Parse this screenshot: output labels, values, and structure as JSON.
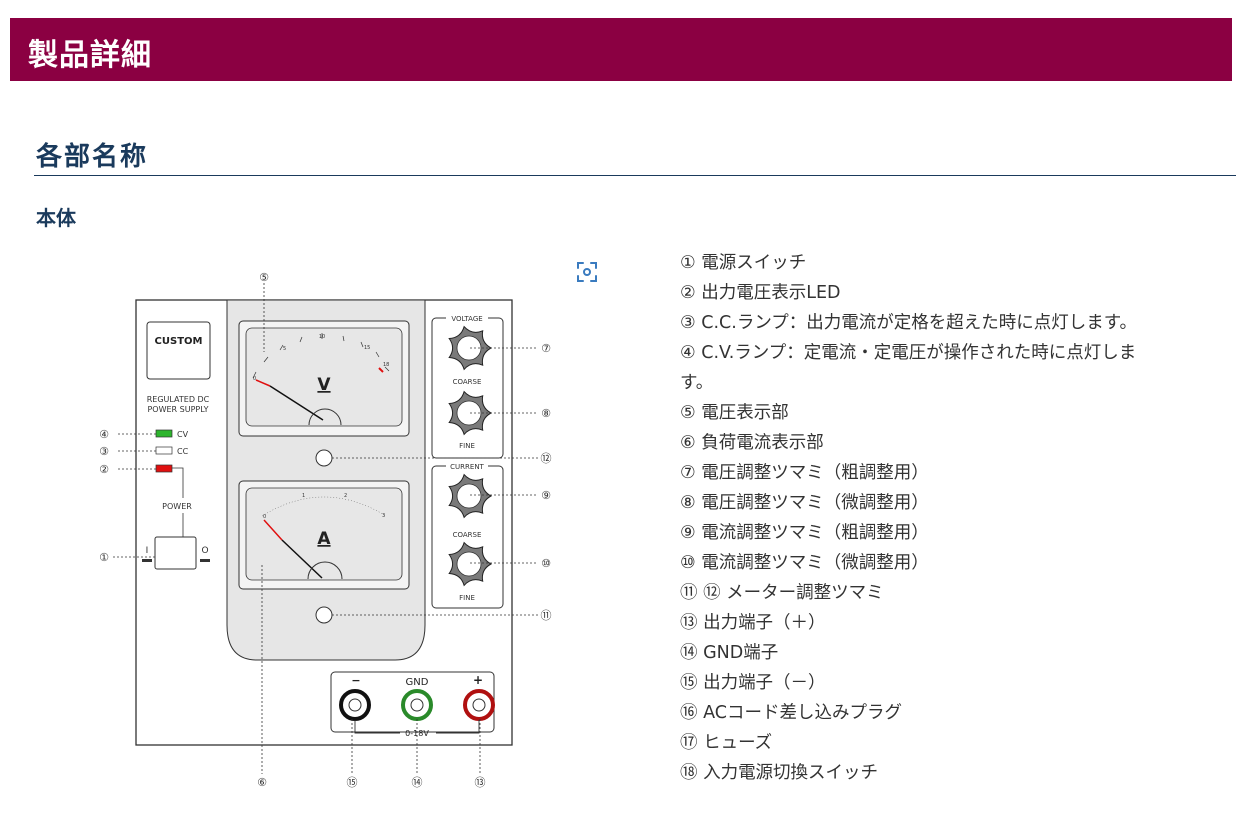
{
  "header": {
    "title": "製品詳細"
  },
  "section": {
    "title": "各部名称",
    "subtitle": "本体"
  },
  "panel": {
    "brand": "CUSTOM",
    "model_line1": "REGULATED DC",
    "model_line2": "POWER SUPPLY",
    "led_cv": "CV",
    "led_cc": "CC",
    "power_label": "POWER",
    "voltage_group": "VOLTAGE",
    "current_group": "CURRENT",
    "coarse": "COARSE",
    "fine": "FINE",
    "v_unit": "V",
    "a_unit": "A",
    "v_scale": [
      "0",
      "5",
      "10",
      "15",
      "18"
    ],
    "a_scale": [
      "0",
      "1",
      "2",
      "3"
    ],
    "term_minus": "−",
    "term_gnd": "GND",
    "term_plus": "+",
    "output_range": "0-18V",
    "power_off_symbol": "I",
    "power_on_symbol": "O"
  },
  "callouts": {
    "c1": "①",
    "c2": "②",
    "c3": "③",
    "c4": "④",
    "c5": "⑤",
    "c6": "⑥",
    "c7": "⑦",
    "c8": "⑧",
    "c9": "⑨",
    "c10": "⑩",
    "c11": "⑪",
    "c12": "⑫",
    "c13": "⑬",
    "c14": "⑭",
    "c15": "⑮"
  },
  "parts": [
    "① 電源スイッチ",
    "② 出力電圧表示LED",
    "③ C.C.ランプ：出力電流が定格を超えた時に点灯します。",
    "④ C.V.ランプ：定電流・定電圧が操作された時に点灯しま",
    "す。",
    "⑤ 電圧表示部",
    "⑥ 負荷電流表示部",
    "⑦ 電圧調整ツマミ（粗調整用）",
    "⑧ 電圧調整ツマミ（微調整用）",
    "⑨ 電流調整ツマミ（粗調整用）",
    "⑩ 電流調整ツマミ（微調整用）",
    "⑪ ⑫ メーター調整ツマミ",
    "⑬ 出力端子（＋）",
    "⑭ GND端子",
    "⑮ 出力端子（－）",
    "⑯ ACコード差し込みプラグ",
    "⑰ ヒューズ",
    "⑱ 入力電源切換スイッチ"
  ],
  "colors": {
    "banner": "#8b0042",
    "heading": "#1a3a5c",
    "led_green": "#2db52d",
    "led_red": "#e01010",
    "needle_red": "#e01010"
  },
  "icons": {
    "zoom": "zoom-icon"
  }
}
